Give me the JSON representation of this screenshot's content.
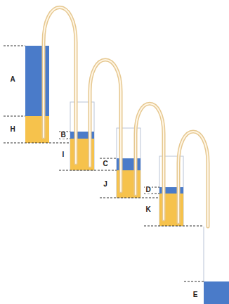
{
  "diagram": {
    "labels": [
      "A",
      "H",
      "B",
      "I",
      "C",
      "J",
      "D",
      "K",
      "E"
    ]
  }
}
